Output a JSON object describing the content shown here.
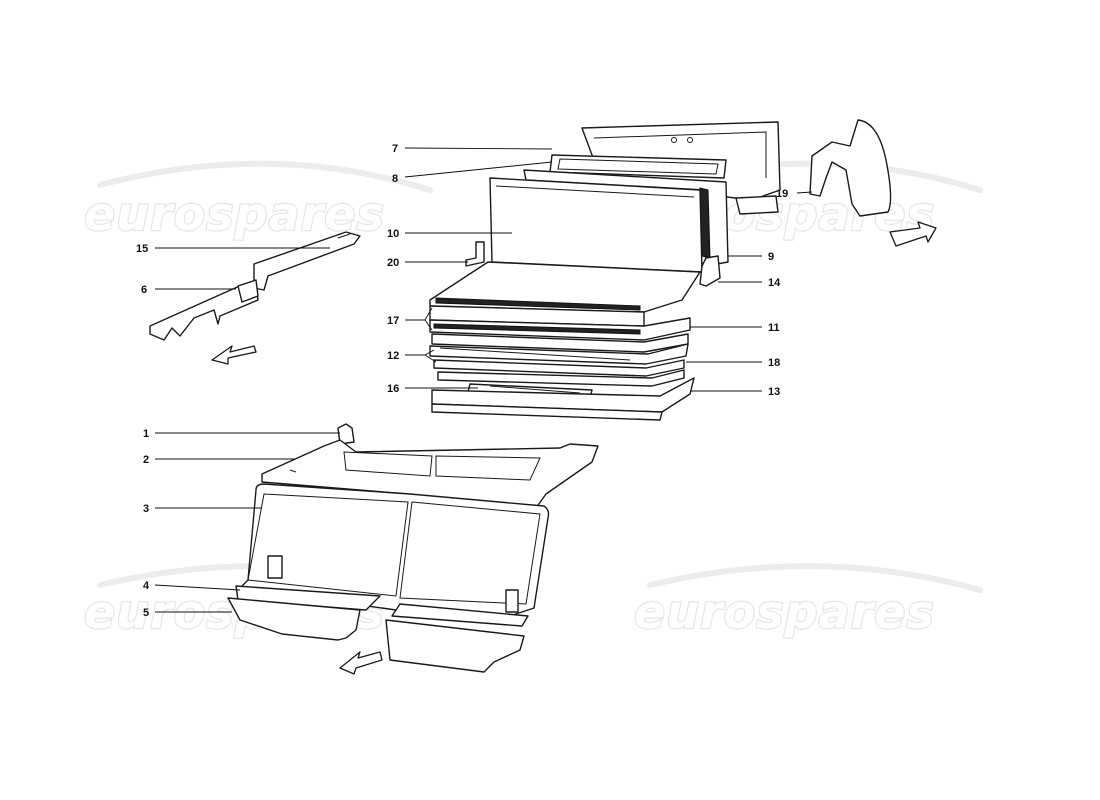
{
  "watermark": {
    "text": "eurospares"
  },
  "callouts": [
    {
      "id": "7",
      "label": "7"
    },
    {
      "id": "8",
      "label": "8"
    },
    {
      "id": "19",
      "label": "19"
    },
    {
      "id": "10",
      "label": "10"
    },
    {
      "id": "9",
      "label": "9"
    },
    {
      "id": "15",
      "label": "15"
    },
    {
      "id": "20",
      "label": "20"
    },
    {
      "id": "14",
      "label": "14"
    },
    {
      "id": "6",
      "label": "6"
    },
    {
      "id": "17",
      "label": "17"
    },
    {
      "id": "11",
      "label": "11"
    },
    {
      "id": "12",
      "label": "12"
    },
    {
      "id": "18",
      "label": "18"
    },
    {
      "id": "16",
      "label": "16"
    },
    {
      "id": "13",
      "label": "13"
    },
    {
      "id": "1",
      "label": "1"
    },
    {
      "id": "2",
      "label": "2"
    },
    {
      "id": "3",
      "label": "3"
    },
    {
      "id": "4",
      "label": "4"
    },
    {
      "id": "5",
      "label": "5"
    }
  ]
}
